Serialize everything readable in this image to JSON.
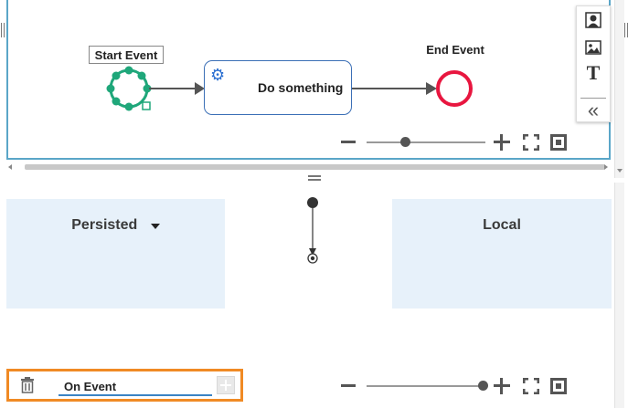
{
  "diagram": {
    "start_event_label": "Start Event",
    "task_label": "Do something",
    "end_event_label": "End Event"
  },
  "palette": {
    "items": [
      "user-icon",
      "image-icon",
      "text-icon",
      "collapse-icon"
    ],
    "text_tool_glyph": "T",
    "collapse_glyph": "«"
  },
  "state_panels": {
    "persisted_label": "Persisted",
    "local_label": "Local"
  },
  "event_bar": {
    "event_value": "On Event"
  },
  "zoom": {
    "top_level": 0.33,
    "bottom_level": 0.98
  },
  "colors": {
    "start_event": "#1fa77a",
    "end_event": "#e8163f",
    "task_border": "#3b6fb6",
    "canvas_border": "#5aa6c8",
    "highlight": "#f08a24",
    "panel_bg": "#e7f1fa"
  }
}
